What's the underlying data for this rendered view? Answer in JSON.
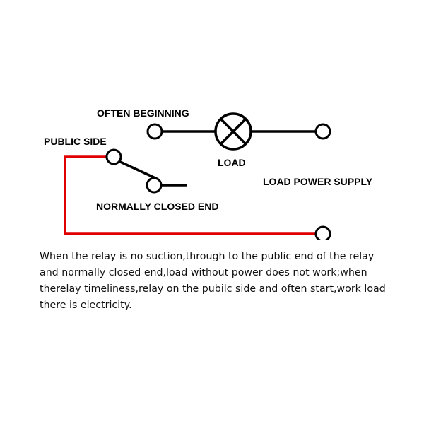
{
  "diagram": {
    "labels": {
      "often_beginning": "OFTEN BEGINNING",
      "public_side": "PUBLIC SIDE",
      "load": "LOAD",
      "load_power_supply": "LOAD POWER SUPPLY",
      "normally_closed_end": "NORMALLY CLOSED END"
    },
    "colors": {
      "wire": "#000000",
      "public_wire": "#e00000",
      "terminal_fill": "#ffffff"
    },
    "icons": [
      "terminal-circle-icon",
      "lamp-load-icon",
      "relay-switch-arm-icon"
    ]
  },
  "caption": {
    "lines": [
      "When the relay is no suction,through to the public end of the relay",
      "and normally closed end,load without power does not work;when",
      "therelay timeliness,relay on the pubilc side and often start,work load",
      "there is electricity."
    ]
  }
}
